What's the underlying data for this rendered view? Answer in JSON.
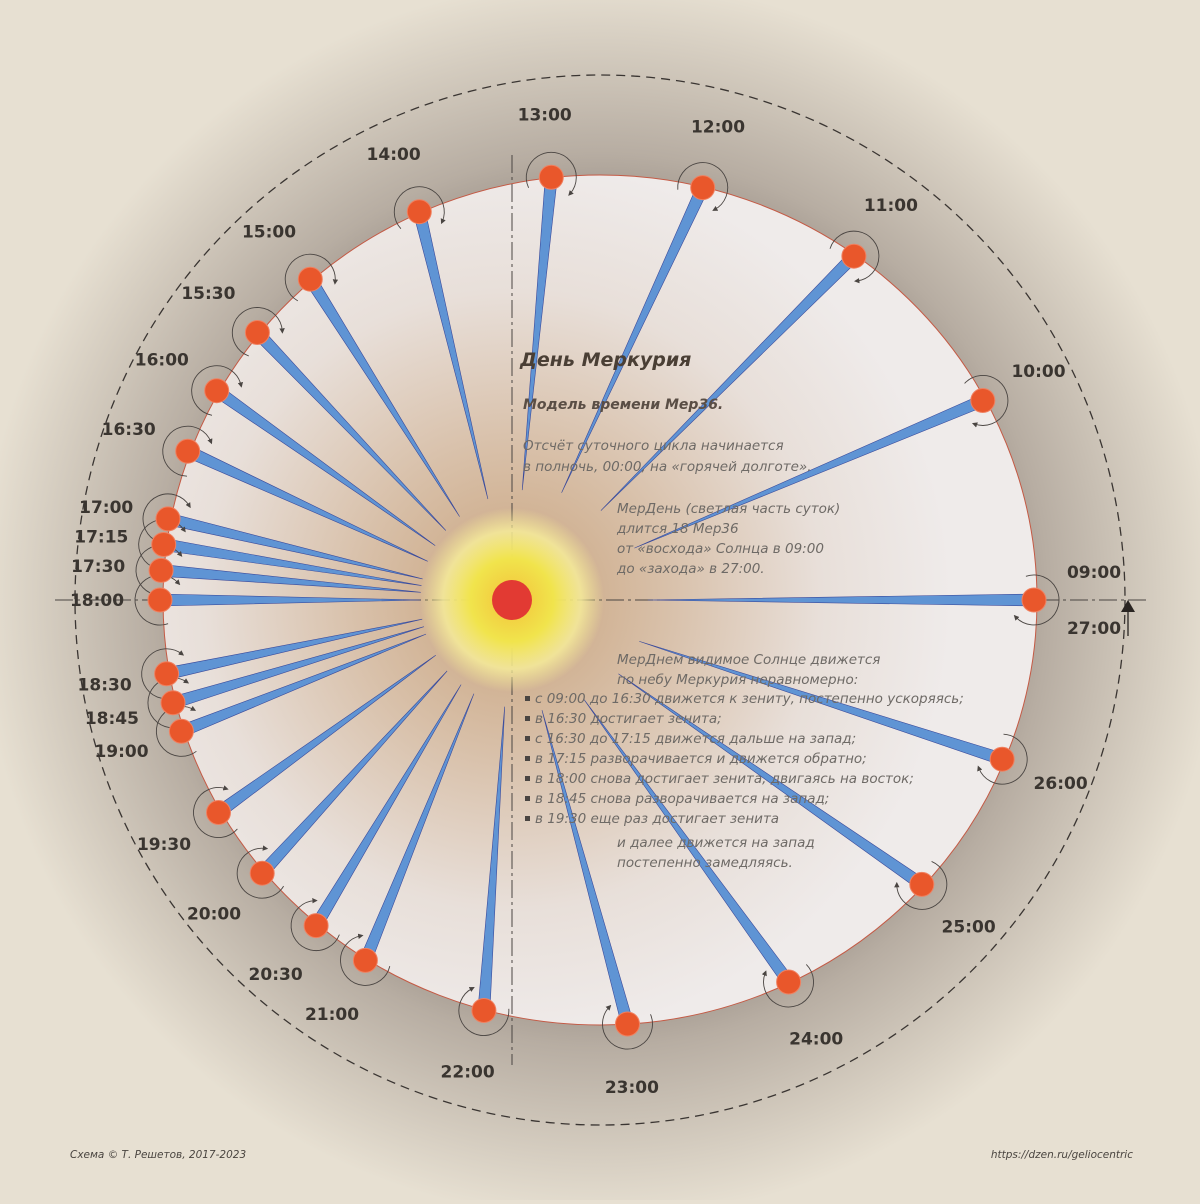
{
  "title": "День Меркурия",
  "subtitle": "Модель времени Мер36.",
  "intro": [
    "Отсчёт суточного цикла начинается",
    "в полночь, 00:00, на «горячей долготе»."
  ],
  "merday": [
    "МерДень (светлая часть суток)",
    "длится 18 Мер36",
    "от «восхода» Солнца в 09:00",
    "до «захода» в 27:00."
  ],
  "motion": {
    "intro": [
      "МерДнем видимое Солнце движется",
      "по небу Меркурия неравномерно:"
    ],
    "bullets": [
      "с 09:00 до 16:30 движется к зениту, постепенно ускоряясь;",
      "в 16:30 достигает зенита;",
      "с 16:30  до 17:15 движется дальше на запад;",
      "в 17:15 разворачивается и движется обратно;",
      "в 18:00 снова достигает зенита, двигаясь на восток;",
      "в 18:45 снова разворачивается на запад;",
      "в 19:30 еще раз достигает зенита"
    ],
    "tail": [
      "и далее движется на запад",
      "постепенно замедляясь."
    ]
  },
  "positions": [
    {
      "label": "09:00",
      "angle": 0
    },
    {
      "label": "27:00",
      "angle": 0
    },
    {
      "label": "10:00",
      "angle": -28
    },
    {
      "label": "11:00",
      "angle": -54
    },
    {
      "label": "12:00",
      "angle": -76
    },
    {
      "label": "13:00",
      "angle": -96
    },
    {
      "label": "14:00",
      "angle": -114
    },
    {
      "label": "15:00",
      "angle": -131
    },
    {
      "label": "15:30",
      "angle": -141
    },
    {
      "label": "16:00",
      "angle": -150.5
    },
    {
      "label": "16:30",
      "angle": -159.5
    },
    {
      "label": "17:00",
      "angle": -169
    },
    {
      "label": "17:15",
      "angle": -172.5
    },
    {
      "label": "17:30",
      "angle": -176
    },
    {
      "label": "18:00",
      "angle": 180
    },
    {
      "label": "18:30",
      "angle": 170
    },
    {
      "label": "18:45",
      "angle": 166
    },
    {
      "label": "19:00",
      "angle": 162
    },
    {
      "label": "19:30",
      "angle": 150
    },
    {
      "label": "20:00",
      "angle": 140
    },
    {
      "label": "20:30",
      "angle": 130
    },
    {
      "label": "21:00",
      "angle": 122
    },
    {
      "label": "22:00",
      "angle": 105
    },
    {
      "label": "23:00",
      "angle": 86
    },
    {
      "label": "24:00",
      "angle": 64
    },
    {
      "label": "25:00",
      "angle": 42
    },
    {
      "label": "26:00",
      "angle": 22
    }
  ],
  "footer": {
    "credit": "Схема © Т. Решетов, 2017-2023",
    "url": "https://dzen.ru/geliocentric"
  },
  "colors": {
    "background": "#e7e0d2",
    "planet_disc": "#ece7e5",
    "sun_position": "#e9572b",
    "ray": "#6aaee3",
    "ray_tip": "#3b4a9a",
    "sun_core": "#e23a33",
    "sun_glow": "#f0e04a"
  }
}
